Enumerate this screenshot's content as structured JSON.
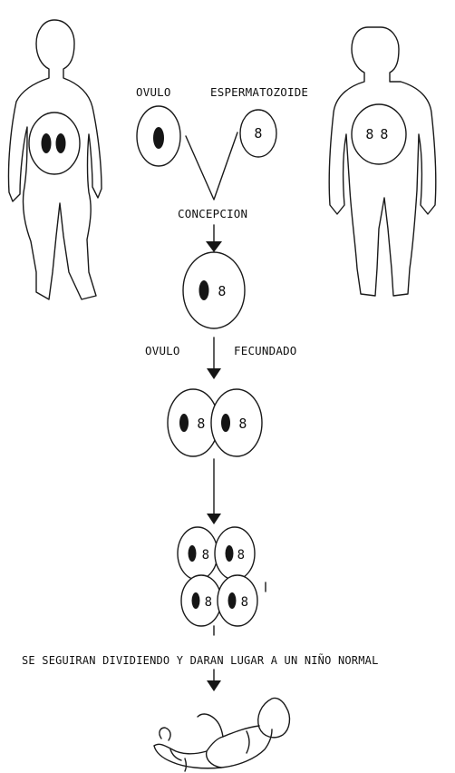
{
  "labels": {
    "ovulo": "OVULO",
    "espermatozoide": "ESPERMATOZOIDE",
    "concepcion": "CONCEPCION",
    "ovulo_fecundado_left": "OVULO",
    "ovulo_fecundado_right": "FECUNDADO",
    "conclusion": "SE SEGUIRAN DIVIDIENDO Y DARAN LUGAR A UN NIÑO NORMAL"
  },
  "colors": {
    "ink": "#1a1a1a",
    "background": "#ffffff"
  }
}
